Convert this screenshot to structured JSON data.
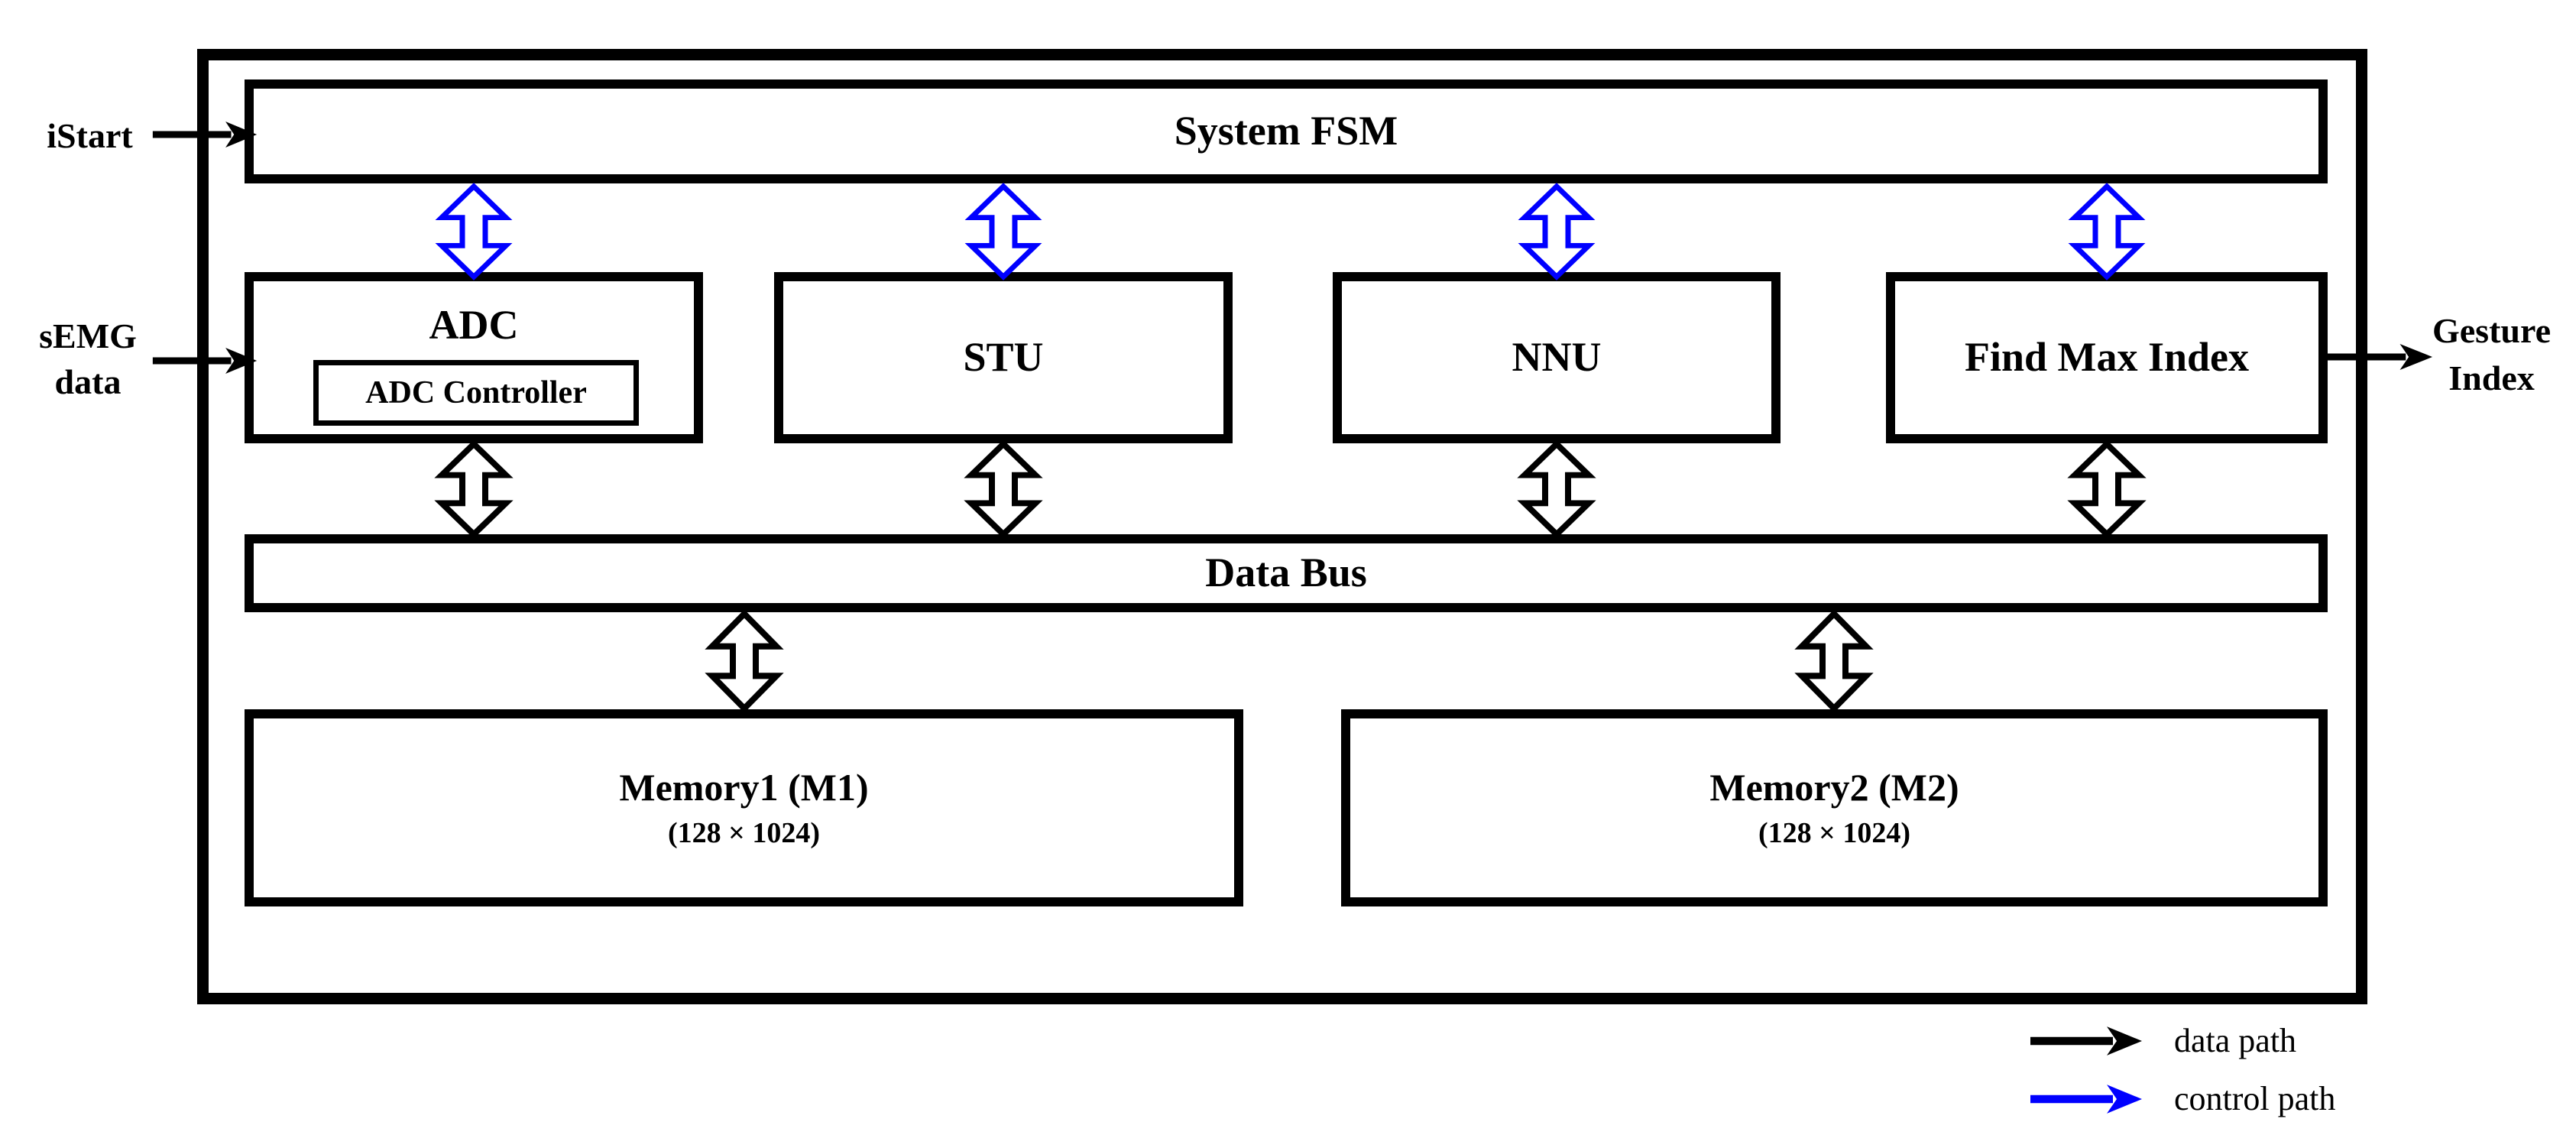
{
  "diagram": {
    "blocks": {
      "system_fsm": "System FSM",
      "adc": "ADC",
      "adc_controller": "ADC Controller",
      "stu": "STU",
      "nnu": "NNU",
      "find_max_index": "Find Max Index",
      "data_bus": "Data Bus",
      "memory1_title": "Memory1 (M1)",
      "memory1_size": "(128 × 1024)",
      "memory2_title": "Memory2 (M2)",
      "memory2_size": "(128 × 1024)"
    },
    "inputs": {
      "istart": "iStart",
      "semg_line1": "sEMG",
      "semg_line2": "data"
    },
    "outputs": {
      "gesture_line1": "Gesture",
      "gesture_line2": "Index"
    },
    "legend": [
      {
        "label": "data path",
        "color": "#000000"
      },
      {
        "label": "control path",
        "color": "#0000ff"
      }
    ],
    "colors": {
      "data_path": "#000000",
      "control_path": "#0000ff",
      "background": "#ffffff"
    }
  }
}
